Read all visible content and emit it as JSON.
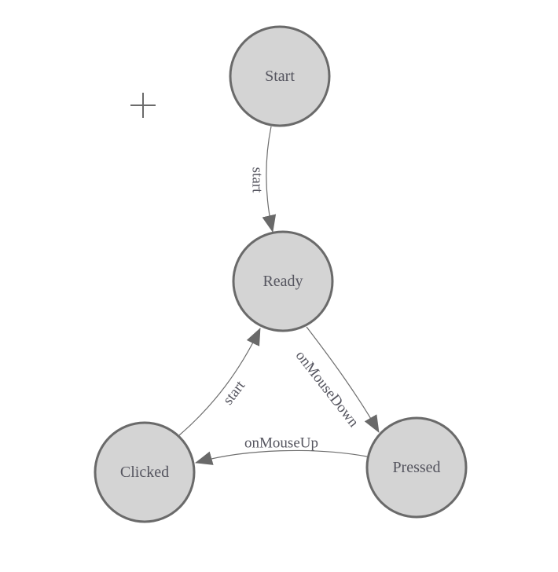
{
  "diagram": {
    "type": "state-machine",
    "nodes": [
      {
        "id": "start",
        "label": "Start"
      },
      {
        "id": "ready",
        "label": "Ready"
      },
      {
        "id": "clicked",
        "label": "Clicked"
      },
      {
        "id": "pressed",
        "label": "Pressed"
      }
    ],
    "edges": [
      {
        "from": "Start",
        "to": "Ready",
        "label": "start"
      },
      {
        "from": "Clicked",
        "to": "Ready",
        "label": "start"
      },
      {
        "from": "Ready",
        "to": "Pressed",
        "label": "onMouseDown"
      },
      {
        "from": "Pressed",
        "to": "Clicked",
        "label": "onMouseUp"
      }
    ]
  },
  "colors": {
    "background": "#ffffff",
    "node_fill": "#d4d4d4",
    "node_stroke": "#6a6a6a",
    "edge_stroke": "#6e6e6e",
    "arrow_fill": "#696969",
    "text_color": "#55555f",
    "crosshair_color": "#6b6b6b"
  }
}
